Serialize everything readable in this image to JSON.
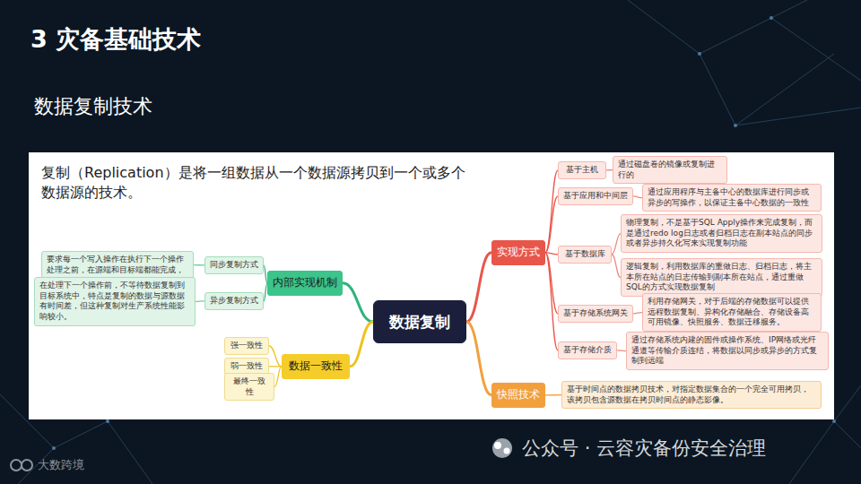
{
  "diagram": {
    "title": "3 灾备基础技术",
    "nodes": [
      {
        "text": [
          "数据复制"
        ]
      },
      {
        "text": [
          "实现方式"
        ]
      },
      {
        "text": [
          "基于主机"
        ]
      },
      {
        "text": [
          "通过磁盘卷的镜像或复制进行的"
        ]
      },
      {
        "text": [
          "基于应用和中间层"
        ]
      },
      {
        "text": [
          "通过应用程序与主备中心的数据库进行同步或异步的写操作，以保证主备中心数据的一致性"
        ]
      },
      {
        "text": [
          "基于数据库"
        ]
      },
      {
        "text": [
          "物理复制，不是基于SQL Apply操作来完成复制，而是通过redo log日志或者归档日志在副本站点的同步或者异步持久化写来实现复制功能"
        ]
      },
      {
        "text": [
          "逻辑复制，利用数据库的重做日志、归档日志，将主本所在站点的日志传输到副本所在站点，通过重做SQL的方式实现数据复制"
        ]
      },
      {
        "text": [
          "基于存储系统网关"
        ]
      },
      {
        "text": [
          "利用存储网关，对于后端的存储数据可以提供远程数据复制、异构化存储融合、存储设备高可用镜像、快照服务、数据迁移服务。"
        ]
      },
      {
        "text": [
          "基于存储介质"
        ]
      },
      {
        "text": [
          "通过存储系统内建的固件或操作系统、IP网络或光纤通道等传输介质连结，将数据以同步或异步的方式复制到远端"
        ]
      },
      {
        "text": [
          "快照技术"
        ]
      },
      {
        "text": [
          "基于时间点的数据拷贝技术，对指定数据集合的一个完全可用拷贝，该拷贝包含源数据在拷贝时间点的静态影像。"
        ]
      },
      {
        "text": [
          "内部实现机制"
        ]
      },
      {
        "text": [
          "同步复制方式"
        ]
      },
      {
        "text": [
          "要求每一个写入操作在执行下一个操作处理之前，在源端和目标端都能完成，"
        ]
      },
      {
        "text": [
          "异步复制方式"
        ]
      },
      {
        "text": [
          "在处理下一个操作前，不等待数据复制到目标系统中，特点是复制的数据与源数据有时间差，但这种复制对生产系统性能影响较小。"
        ]
      },
      {
        "text": [
          "数据一致性"
        ]
      },
      {
        "text": [
          "强一致性"
        ]
      },
      {
        "text": [
          "弱一致性"
        ]
      },
      {
        "text": [
          "最终一致性"
        ]
      }
    ],
    "edges": [
      {
        "from": 0,
        "to": 1,
        "arrow": "none"
      },
      {
        "from": 1,
        "to": 2,
        "arrow": "none"
      },
      {
        "from": 2,
        "to": 3,
        "arrow": "none"
      },
      {
        "from": 1,
        "to": 4,
        "arrow": "none"
      },
      {
        "from": 4,
        "to": 5,
        "arrow": "none"
      },
      {
        "from": 1,
        "to": 6,
        "arrow": "none"
      },
      {
        "from": 6,
        "to": 7,
        "arrow": "none"
      },
      {
        "from": 6,
        "to": 8,
        "arrow": "none"
      },
      {
        "from": 1,
        "to": 9,
        "arrow": "none"
      },
      {
        "from": 9,
        "to": 10,
        "arrow": "none"
      },
      {
        "from": 1,
        "to": 11,
        "arrow": "none"
      },
      {
        "from": 11,
        "to": 12,
        "arrow": "none"
      },
      {
        "from": 0,
        "to": 13,
        "arrow": "none"
      },
      {
        "from": 13,
        "to": 14,
        "arrow": "none"
      },
      {
        "from": 0,
        "to": 15,
        "arrow": "none"
      },
      {
        "from": 15,
        "to": 16,
        "arrow": "none"
      },
      {
        "from": 16,
        "to": 17,
        "arrow": "none"
      },
      {
        "from": 15,
        "to": 18,
        "arrow": "none"
      },
      {
        "from": 18,
        "to": 19,
        "arrow": "none"
      },
      {
        "from": 0,
        "to": 20,
        "arrow": "none"
      },
      {
        "from": 20,
        "to": 21,
        "arrow": "none"
      },
      {
        "from": 20,
        "to": 22,
        "arrow": "none"
      },
      {
        "from": 20,
        "to": 23,
        "arrow": "none"
      }
    ],
    "labels": [
      "数据复制技术",
      "复制（Replication）是将一组数据从一个数据源拷贝到一个或多个数据源的技术。",
      "公众号 · 云容灾备份安全治理",
      "大数跨境"
    ]
  }
}
